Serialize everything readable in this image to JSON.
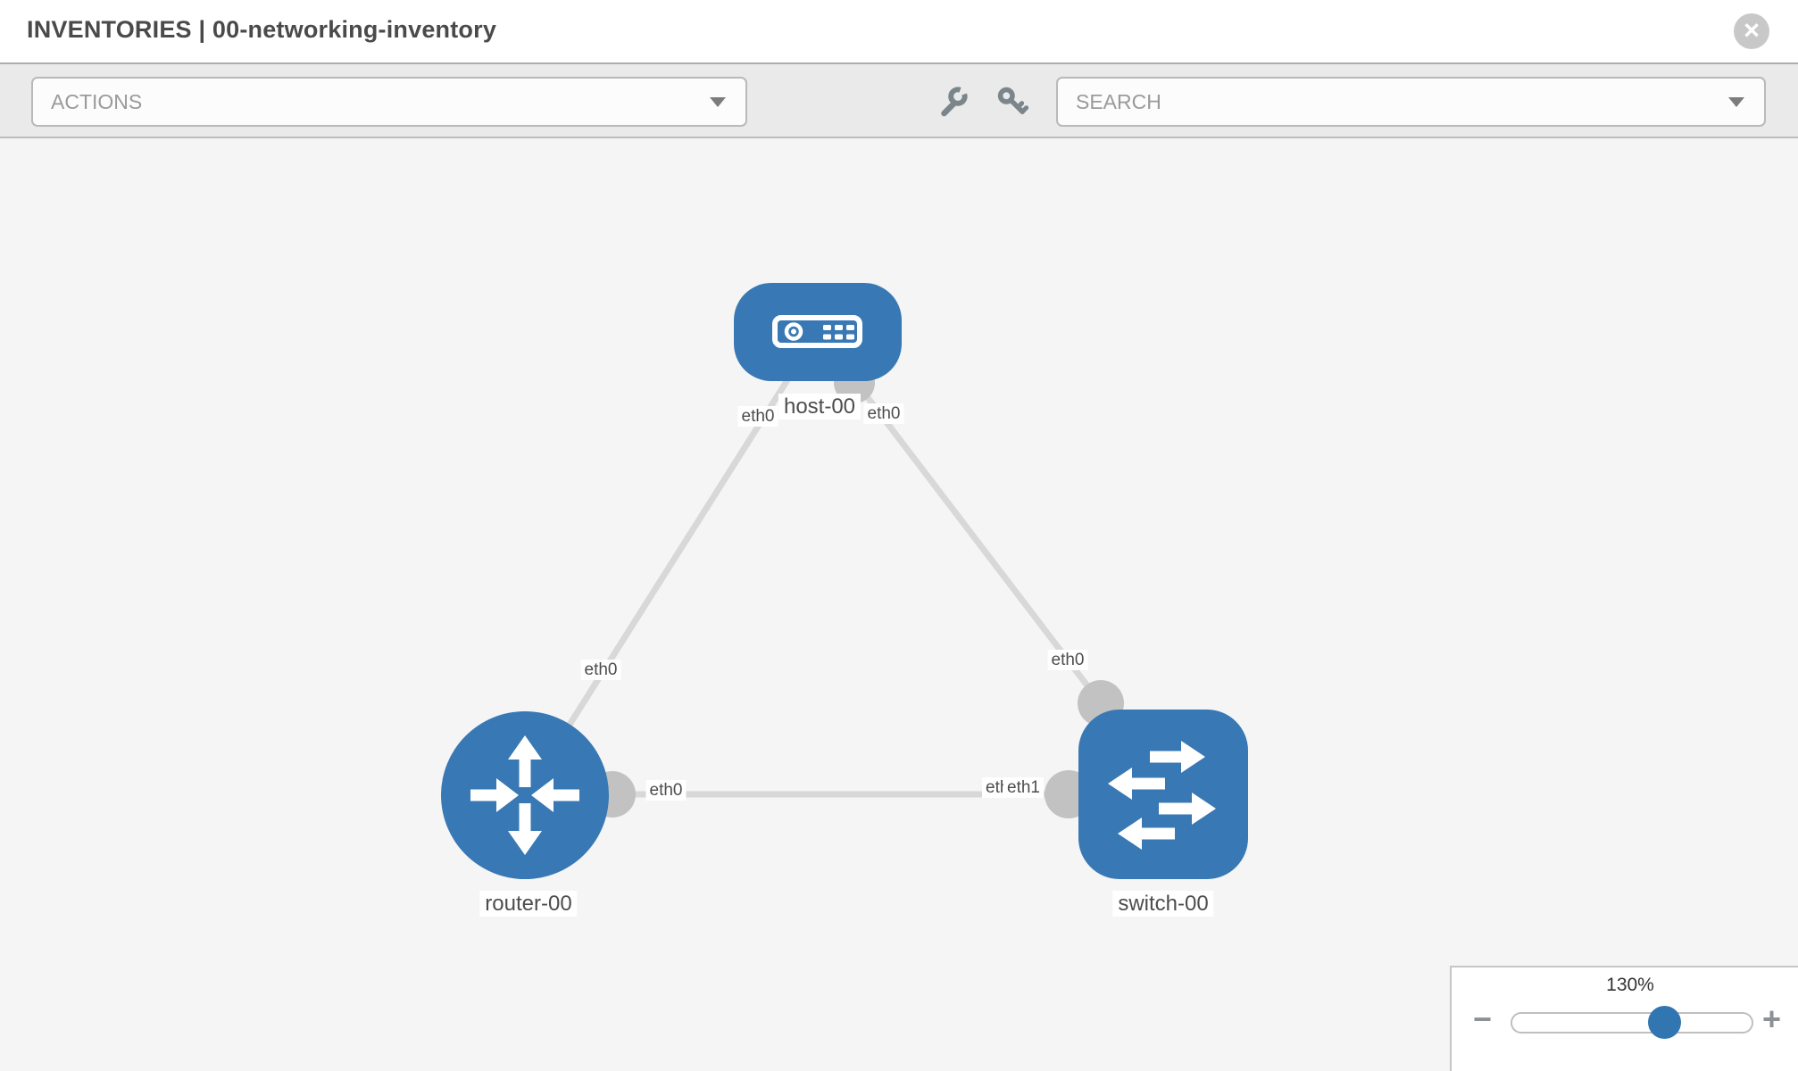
{
  "header": {
    "title": "INVENTORIES | 00-networking-inventory",
    "close_glyph": "×"
  },
  "toolbar": {
    "actions_placeholder": "ACTIONS",
    "search_placeholder": "SEARCH",
    "icons": [
      "wrench-icon",
      "key-icon"
    ]
  },
  "topology": {
    "nodes": [
      {
        "id": "host-00",
        "type": "host",
        "label": "host-00"
      },
      {
        "id": "router-00",
        "type": "router",
        "label": "router-00"
      },
      {
        "id": "switch-00",
        "type": "switch",
        "label": "switch-00"
      }
    ],
    "links": [
      {
        "from": "host-00",
        "to": "router-00",
        "from_interface": "eth0",
        "to_interface": "eth0"
      },
      {
        "from": "host-00",
        "to": "switch-00",
        "from_interface": "eth0",
        "to_interface": "eth0"
      },
      {
        "from": "router-00",
        "to": "switch-00",
        "from_interface": "eth0",
        "to_interface": "eth1"
      }
    ]
  },
  "interface_labels": {
    "host_to_router_near_host": "eth0",
    "host_to_router_near_router": "eth0",
    "host_to_switch_near_host": "eth0",
    "host_to_switch_near_switch": "eth0",
    "router_to_switch_near_router": "eth0",
    "router_to_switch_near_switch_a": "eth0",
    "router_to_switch_near_switch_b": "eth1"
  },
  "zoom_control": {
    "value": "130%",
    "minus_label": "−",
    "plus_label": "+"
  },
  "colors": {
    "node_blue": "#3878b4",
    "link_gray": "#d8d8d8",
    "connector_gray": "#c2c2c2",
    "accent_blue": "#3276b1",
    "toolbar_gray": "#eaeaea",
    "canvas_gray": "#f5f5f5"
  }
}
